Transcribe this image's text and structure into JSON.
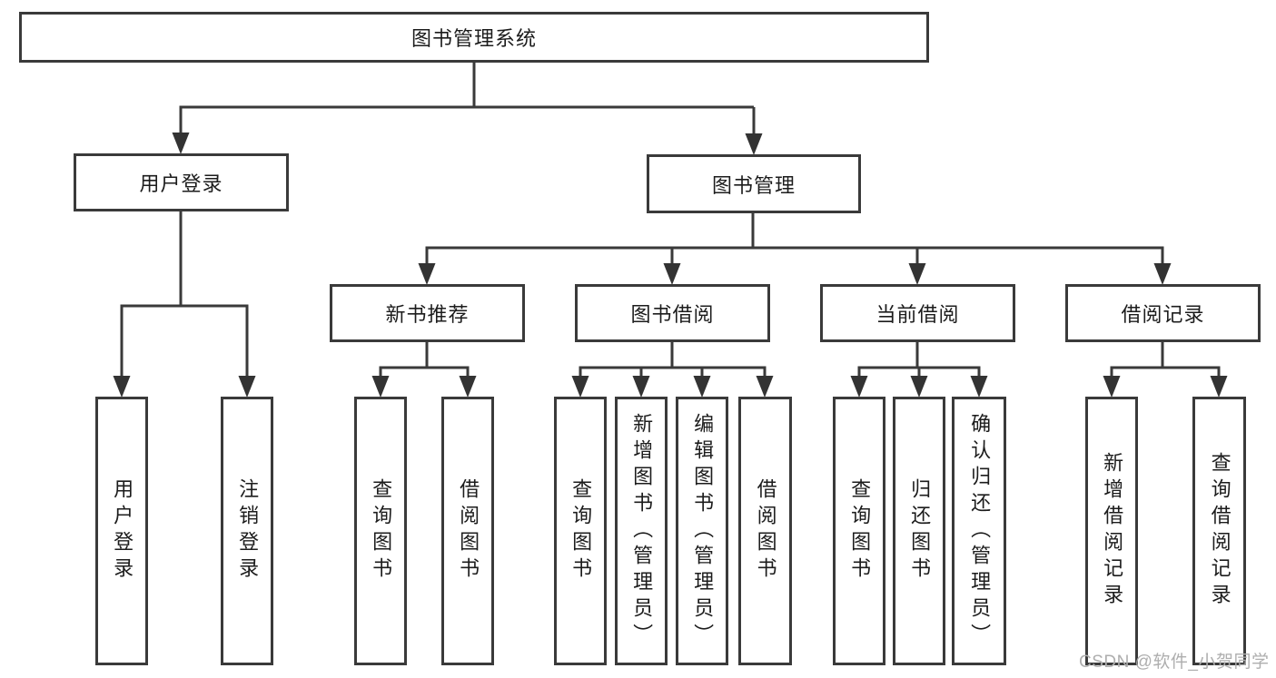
{
  "diagram": {
    "type": "hierarchy-tree",
    "root": "图书管理系统",
    "level2": [
      "用户登录",
      "图书管理"
    ],
    "level3": [
      "新书推荐",
      "图书借阅",
      "当前借阅",
      "借阅记录"
    ],
    "leaves": [
      "用户登录",
      "注销登录",
      "查询图书",
      "借阅图书",
      "查询图书",
      "新增图书（管理员）",
      "编辑图书（管理员）",
      "借阅图书",
      "查询图书",
      "归还图书",
      "确认归还（管理员）",
      "新增借阅记录",
      "查询借阅记录"
    ],
    "edges": [
      {
        "from": "图书管理系统",
        "to": [
          "用户登录",
          "图书管理"
        ]
      },
      {
        "from": "用户登录",
        "to": [
          "用户登录",
          "注销登录"
        ]
      },
      {
        "from": "图书管理",
        "to": [
          "新书推荐",
          "图书借阅",
          "当前借阅",
          "借阅记录"
        ]
      },
      {
        "from": "新书推荐",
        "to": [
          "查询图书",
          "借阅图书"
        ]
      },
      {
        "from": "图书借阅",
        "to": [
          "查询图书",
          "新增图书（管理员）",
          "编辑图书（管理员）",
          "借阅图书"
        ]
      },
      {
        "from": "当前借阅",
        "to": [
          "查询图书",
          "归还图书",
          "确认归还（管理员）"
        ]
      },
      {
        "from": "借阅记录",
        "to": [
          "新增借阅记录",
          "查询借阅记录"
        ]
      }
    ]
  },
  "watermark": "CSDN @软件_小贺同学",
  "colors": {
    "line": "#3a3a3a",
    "box_border": "#3a3a3a",
    "box_background": "#ffffff",
    "text": "#1c1c1c",
    "watermark": "#aeaeae",
    "page_background": "#ffffff"
  }
}
